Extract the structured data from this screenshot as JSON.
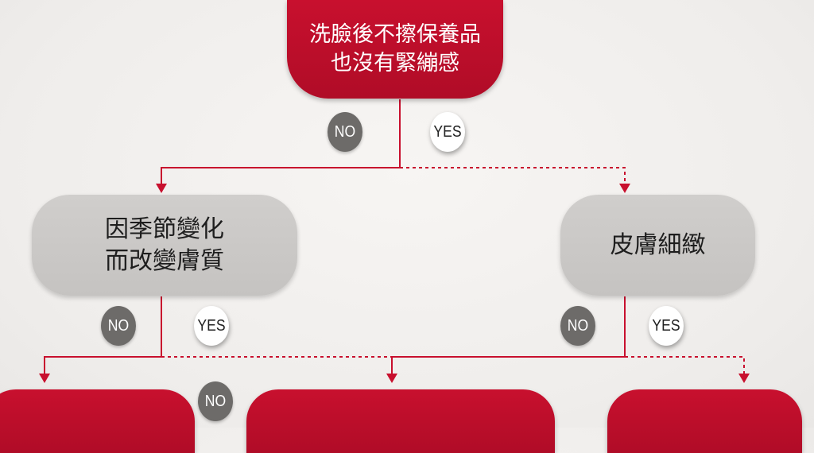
{
  "colors": {
    "red": "#c8102e",
    "gray_box": "#cac8c6",
    "badge_no": "#6d6b69",
    "badge_yes": "#ffffff",
    "connector": "#c8102e"
  },
  "nodes": {
    "root": {
      "lines": [
        "洗臉後不擦保養品",
        "也沒有緊繃感"
      ]
    },
    "left": {
      "lines": [
        "因季節變化",
        "而改變膚質"
      ]
    },
    "right": {
      "lines": [
        "皮膚細緻"
      ]
    },
    "bottom_left": {
      "lines": []
    },
    "bottom_center": {
      "lines": []
    },
    "bottom_right": {
      "lines": []
    }
  },
  "badges": {
    "root_no": "NO",
    "root_yes": "YES",
    "left_no": "NO",
    "left_yes": "YES",
    "right_no": "NO",
    "right_yes": "YES",
    "bottom_no": "NO"
  }
}
